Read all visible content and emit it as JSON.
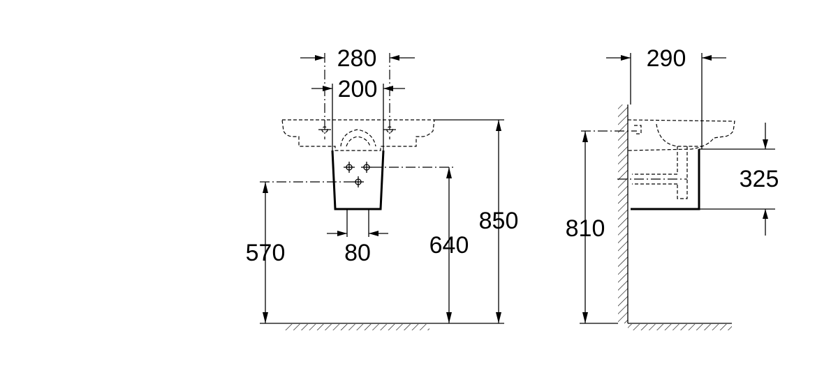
{
  "front_view": {
    "dim_tap_width": "280",
    "dim_hole_width": "200",
    "dim_column_width": "80",
    "dim_pedestal_height": "570",
    "dim_waste_height": "640",
    "dim_total_height": "850"
  },
  "side_view": {
    "dim_depth": "290",
    "dim_mount_height": "810",
    "dim_pedestal_depth": "325"
  }
}
